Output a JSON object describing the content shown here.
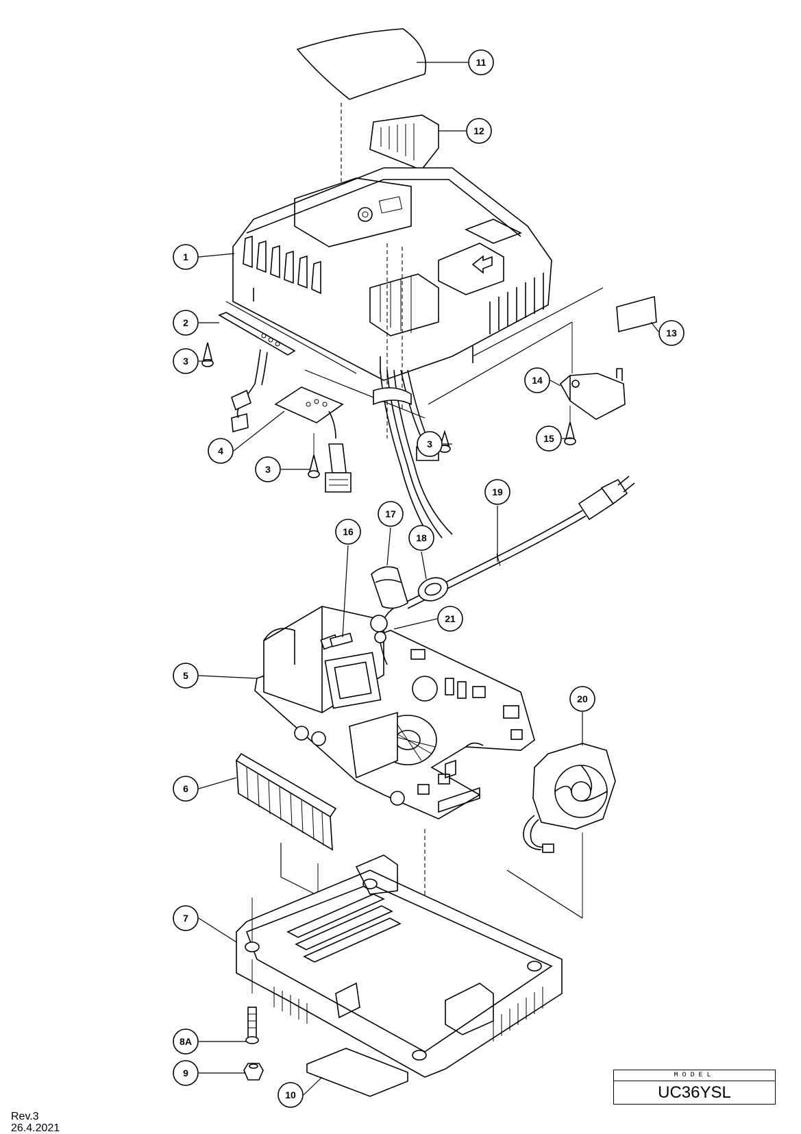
{
  "model": {
    "caption": "MODEL",
    "name": "UC36YSL"
  },
  "revision": {
    "rev": "Rev.3",
    "date": "26.4.2021"
  },
  "callouts": [
    {
      "label": "11"
    },
    {
      "label": "12"
    },
    {
      "label": "1"
    },
    {
      "label": "2"
    },
    {
      "label": "3"
    },
    {
      "label": "13"
    },
    {
      "label": "14"
    },
    {
      "label": "4"
    },
    {
      "label": "3"
    },
    {
      "label": "15"
    },
    {
      "label": "3"
    },
    {
      "label": "19"
    },
    {
      "label": "17"
    },
    {
      "label": "18"
    },
    {
      "label": "16"
    },
    {
      "label": "21"
    },
    {
      "label": "5"
    },
    {
      "label": "20"
    },
    {
      "label": "6"
    },
    {
      "label": "7"
    },
    {
      "label": "8A"
    },
    {
      "label": "9"
    },
    {
      "label": "10"
    }
  ]
}
